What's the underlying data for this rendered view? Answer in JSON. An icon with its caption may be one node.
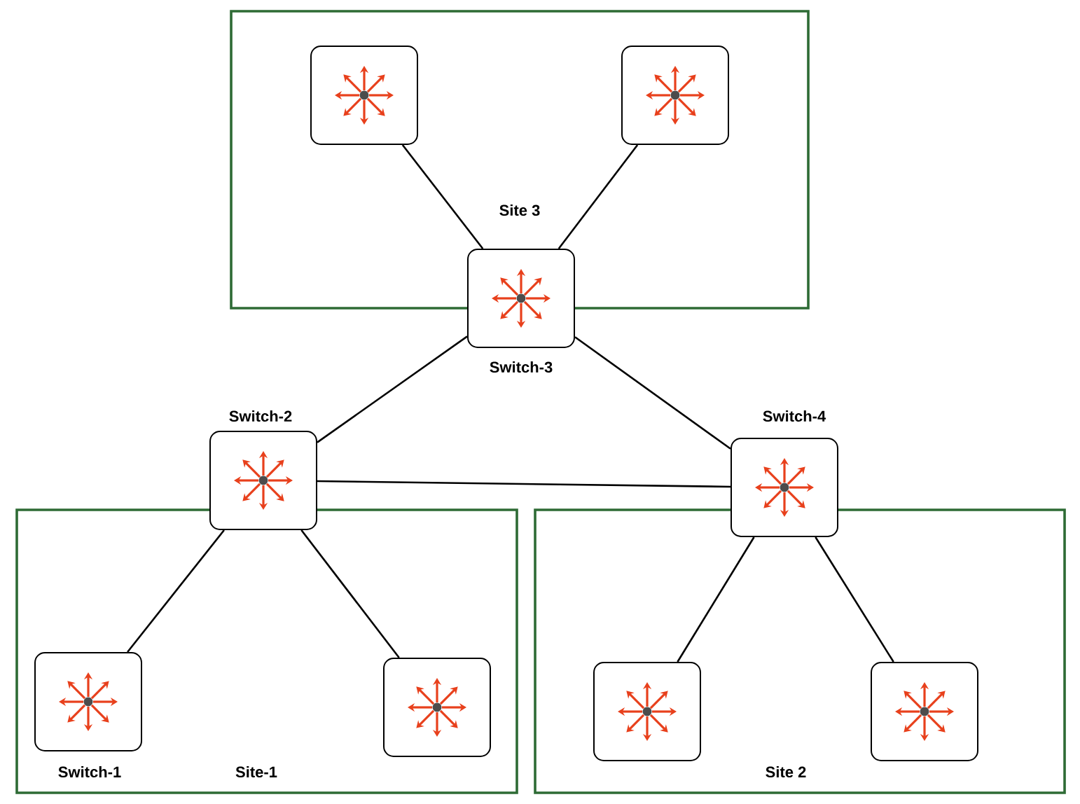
{
  "diagram": {
    "nodes": [
      {
        "text": [
          "Site 3"
        ]
      },
      {
        "text": [],
        "shape": "picture",
        "in": 0
      },
      {
        "text": [],
        "shape": "picture",
        "in": 0
      },
      {
        "text": [
          "Switch-3"
        ]
      },
      {
        "text": [
          "Switch-2"
        ]
      },
      {
        "text": [
          "Switch-4"
        ]
      },
      {
        "text": [
          "Site-1"
        ]
      },
      {
        "text": [
          "Switch-1"
        ],
        "in": 6
      },
      {
        "text": [],
        "shape": "picture",
        "in": 6
      },
      {
        "text": [
          "Site 2"
        ]
      },
      {
        "text": [],
        "shape": "picture",
        "in": 9
      },
      {
        "text": [],
        "shape": "picture",
        "in": 9
      }
    ],
    "edges": [
      {
        "from": 1,
        "to": 3,
        "arrow": "none"
      },
      {
        "from": 2,
        "to": 3,
        "arrow": "none"
      },
      {
        "from": 3,
        "to": 4,
        "arrow": "none"
      },
      {
        "from": 3,
        "to": 5,
        "arrow": "none"
      },
      {
        "from": 4,
        "to": 5,
        "arrow": "none"
      },
      {
        "from": 4,
        "to": 7,
        "arrow": "none"
      },
      {
        "from": 4,
        "to": 8,
        "arrow": "none"
      },
      {
        "from": 5,
        "to": 10,
        "arrow": "none"
      },
      {
        "from": 5,
        "to": 11,
        "arrow": "none"
      }
    ]
  }
}
